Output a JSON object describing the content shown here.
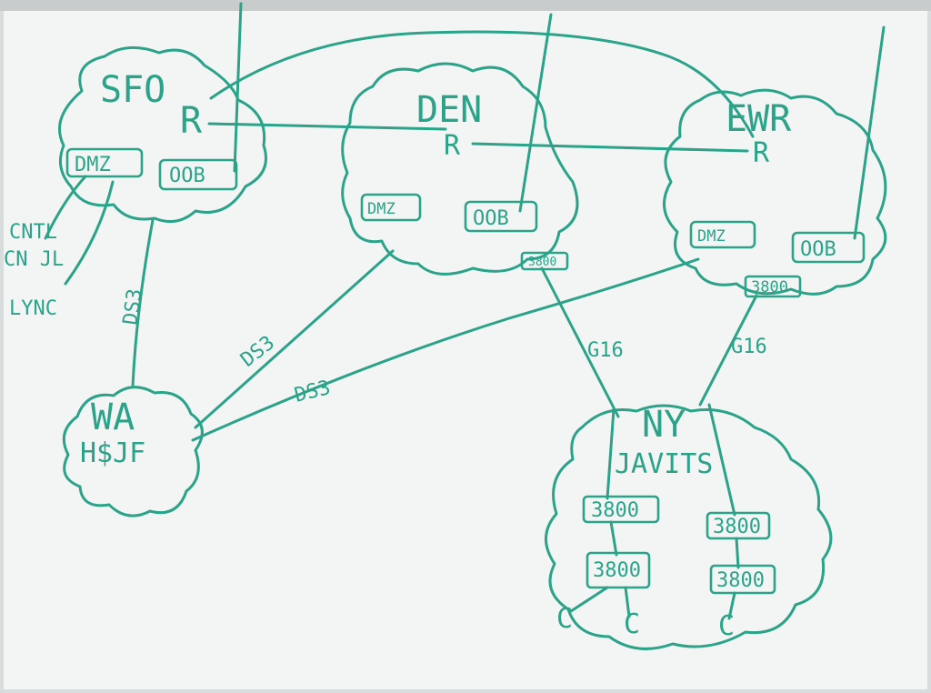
{
  "sites": {
    "sfo": {
      "name": "SFO",
      "router": "R",
      "dmz": "DMZ",
      "oob": "OOB",
      "clients": [
        "CNTL",
        "CN JL",
        "LYNC"
      ]
    },
    "den": {
      "name": "DEN",
      "router": "R",
      "dmz": "DMZ",
      "oob": "OOB",
      "switch": "3800"
    },
    "ewr": {
      "name": "EWR",
      "router": "R",
      "dmz": "DMZ",
      "oob": "OOB",
      "switch": "3800"
    },
    "wa": {
      "name_line1": "WA",
      "name_line2": "H$JF"
    },
    "ny": {
      "name_line1": "NY",
      "name_line2": "JAVITS",
      "switches": [
        "3800",
        "3800",
        "3800",
        "3800"
      ],
      "client_labels": [
        "C",
        "C",
        "C"
      ]
    }
  },
  "links": {
    "sfo_wa": "DS3",
    "wa_den": "DS3",
    "wa_ewr": "DS3",
    "den_ny": "G16",
    "ewr_ny": "G16"
  },
  "colors": {
    "ink": "#2aa389",
    "board": "#f3f5f5",
    "frame": "#d9dcdc"
  }
}
